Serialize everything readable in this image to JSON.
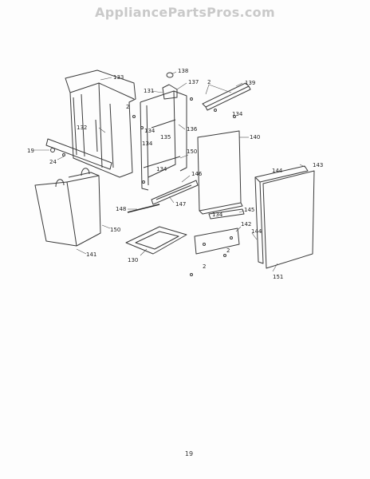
{
  "watermark": "AppliancePartsPros.com",
  "page_number": "19",
  "callouts": {
    "c133": "133",
    "c138": "138",
    "c137": "137",
    "c131": "131",
    "c2a": "2",
    "c2b": "2",
    "c139": "139",
    "c134a": "134",
    "c134b": "134",
    "c134c": "134",
    "c134d": "134",
    "c134e": "134",
    "c132": "132",
    "c19": "19",
    "c24": "24",
    "c136": "136",
    "c135": "135",
    "c140": "140",
    "c146": "146",
    "c150a": "150",
    "c150b": "150",
    "c144a": "144",
    "c144b": "144",
    "c143": "143",
    "c148": "148",
    "c147": "147",
    "c145": "145",
    "c142": "142",
    "c141": "141",
    "c130": "130",
    "c2c": "2",
    "c2d": "2",
    "c151": "151"
  }
}
